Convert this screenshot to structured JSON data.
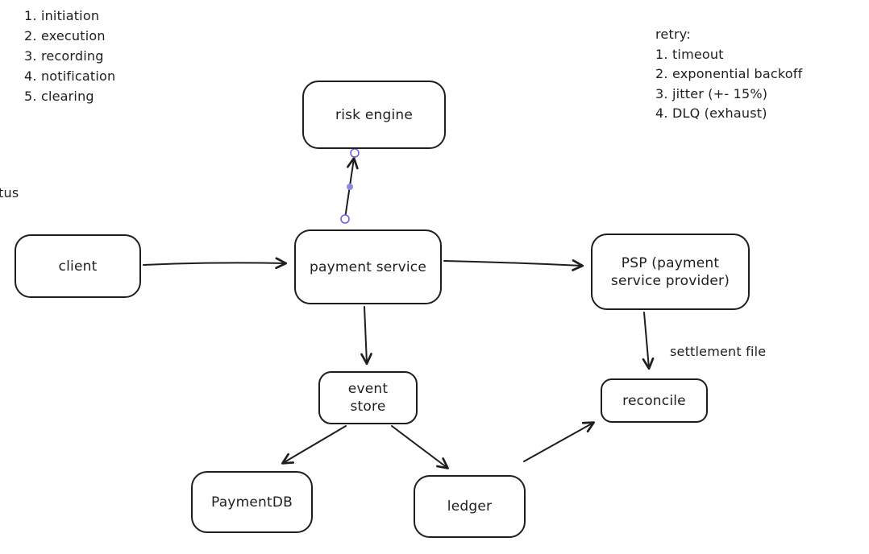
{
  "canvas": {
    "background": "#ffffff",
    "stroke_color": "#1e1e1e",
    "selection_color": "#6965db"
  },
  "legend": {
    "steps": [
      "1. initiation",
      "2. execution",
      "3. recording",
      "4. notification",
      "5. clearing"
    ]
  },
  "retry_note": {
    "title": "retry:",
    "items": [
      "1. timeout",
      "2. exponential backoff",
      "3. jitter (+- 15%)",
      "4. DLQ (exhaust)"
    ]
  },
  "clipped_text": "tus",
  "nodes": [
    {
      "id": "risk-engine",
      "label": "risk engine"
    },
    {
      "id": "client",
      "label": "client"
    },
    {
      "id": "payment-service",
      "label": "payment service"
    },
    {
      "id": "psp",
      "label": "PSP (payment\nservice provider)"
    },
    {
      "id": "event-store",
      "label": "event\nstore"
    },
    {
      "id": "reconcile",
      "label": "reconcile"
    },
    {
      "id": "payment-db",
      "label": "PaymentDB"
    },
    {
      "id": "ledger",
      "label": "ledger"
    }
  ],
  "edges": [
    {
      "from": "client",
      "to": "payment-service"
    },
    {
      "from": "payment-service",
      "to": "risk-engine",
      "selected": true
    },
    {
      "from": "payment-service",
      "to": "psp"
    },
    {
      "from": "payment-service",
      "to": "event-store"
    },
    {
      "from": "event-store",
      "to": "payment-db"
    },
    {
      "from": "event-store",
      "to": "ledger"
    },
    {
      "from": "ledger",
      "to": "reconcile"
    },
    {
      "from": "psp",
      "to": "reconcile",
      "label": "settlement file"
    }
  ]
}
